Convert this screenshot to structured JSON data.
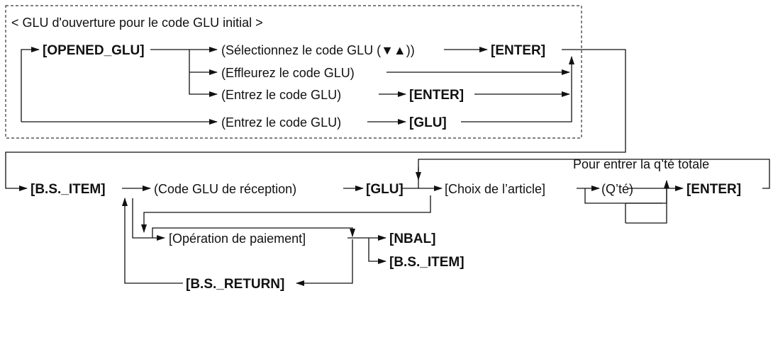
{
  "section_title": "< GLU d'ouverture pour le code GLU initial >",
  "opened_glu": "[OPENED_GLU]",
  "select_code": "(Sélectionnez le code GLU (▼▲))",
  "enter": "[ENTER]",
  "touch_code": "(Effleurez le code GLU)",
  "enter_code": "(Entrez le code GLU)",
  "glu": "[GLU]",
  "bs_item": "[B.S._ITEM]",
  "receipt_code": "(Code GLU de réception)",
  "item_choice": "[Choix de l’article]",
  "total_qty_note": "Pour entrer la q’té totale",
  "qty": "(Q’té)",
  "payment": "[Opération de paiement]",
  "nbal": "[NBAL]",
  "bs_return": "[B.S._RETURN]"
}
